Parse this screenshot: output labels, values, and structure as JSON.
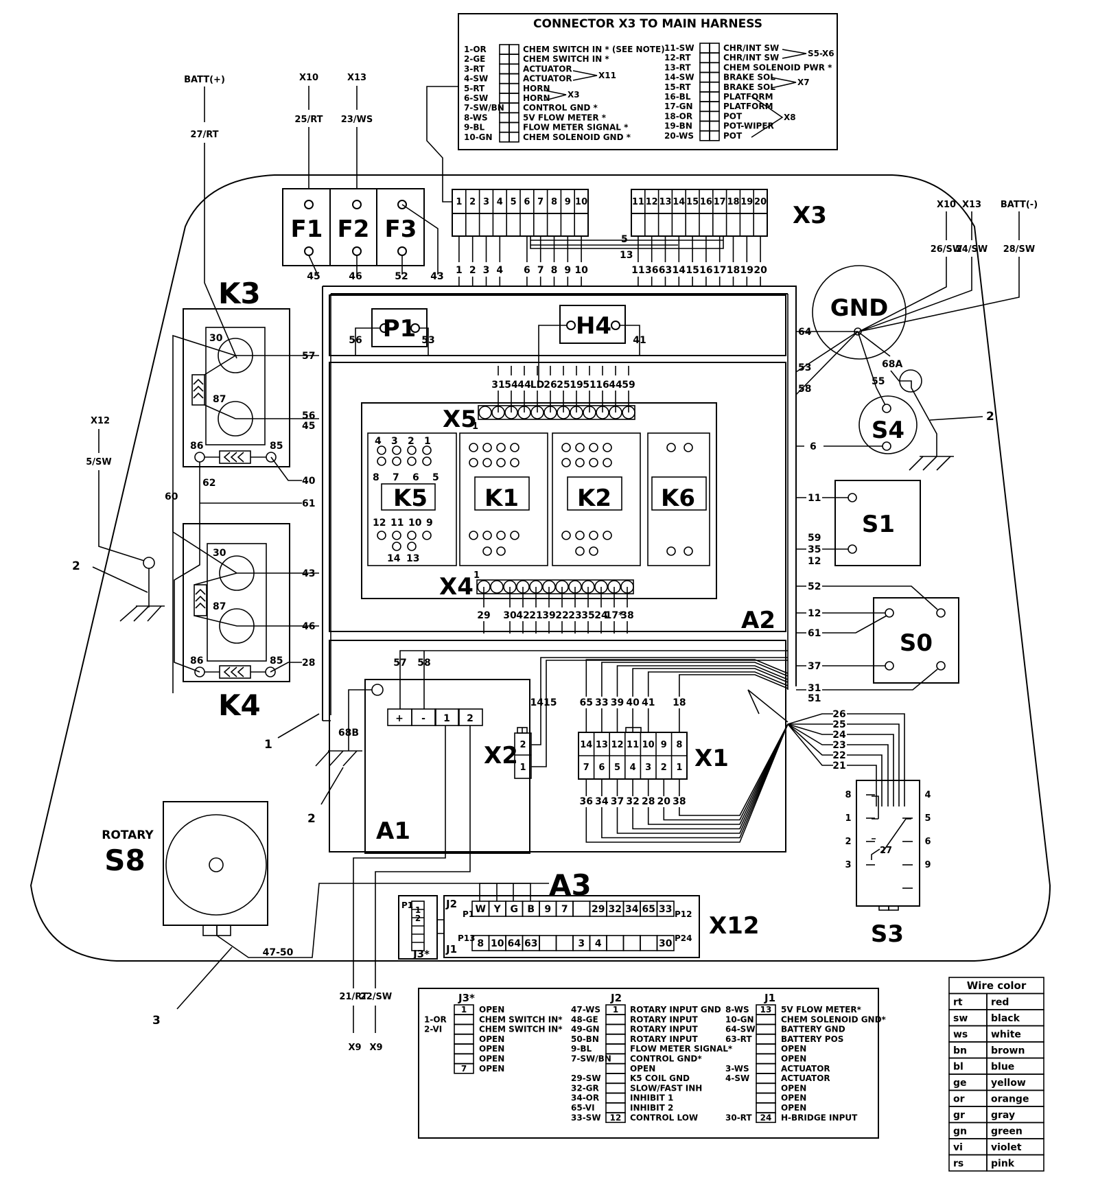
{
  "x3_table": {
    "title": "CONNECTOR X3 TO MAIN HARNESS",
    "left": [
      {
        "wire": "1-OR",
        "fn": "CHEM SWITCH IN * (SEE NOTE)"
      },
      {
        "wire": "2-GE",
        "fn": "CHEM SWITCH IN *"
      },
      {
        "wire": "3-RT",
        "fn": "ACTUATOR"
      },
      {
        "wire": "4-SW",
        "fn": "ACTUATOR"
      },
      {
        "wire": "5-RT",
        "fn": "HORN"
      },
      {
        "wire": "6-SW",
        "fn": "HORN"
      },
      {
        "wire": "7-SW/BN",
        "fn": "CONTROL GND *"
      },
      {
        "wire": "8-WS",
        "fn": "5V FLOW METER *"
      },
      {
        "wire": "9-BL",
        "fn": "FLOW METER SIGNAL *"
      },
      {
        "wire": "10-GN",
        "fn": "CHEM SOLENOID GND *"
      }
    ],
    "right": [
      {
        "wire": "11-SW",
        "fn": "CHR/INT SW"
      },
      {
        "wire": "12-RT",
        "fn": "CHR/INT SW"
      },
      {
        "wire": "13-RT",
        "fn": "CHEM SOLENOID PWR *"
      },
      {
        "wire": "14-SW",
        "fn": "BRAKE SOL"
      },
      {
        "wire": "15-RT",
        "fn": "BRAKE SOL"
      },
      {
        "wire": "16-BL",
        "fn": "PLATFORM"
      },
      {
        "wire": "17-GN",
        "fn": "PLATFORM"
      },
      {
        "wire": "18-OR",
        "fn": "POT"
      },
      {
        "wire": "19-BN",
        "fn": "POT-WIPER"
      },
      {
        "wire": "20-WS",
        "fn": "POT"
      }
    ],
    "groups": {
      "x11": "X11",
      "x3": "X3",
      "s5x6": "S5-X6",
      "x7": "X7",
      "x8": "X8"
    }
  },
  "top_feeds": {
    "batt_pos": {
      "src": "BATT(+)",
      "wire": "27/RT"
    },
    "f1": {
      "src": "X10",
      "wire": "25/RT"
    },
    "f2": {
      "src": "X13",
      "wire": "23/WS"
    }
  },
  "fuses": {
    "labels": [
      "F1",
      "F2",
      "F3"
    ],
    "out_wires": [
      "45",
      "46",
      "52",
      "43"
    ]
  },
  "x3_connector": {
    "label": "X3",
    "pins_a": [
      "1",
      "2",
      "3",
      "4",
      "5",
      "6",
      "7",
      "8",
      "9",
      "10"
    ],
    "pins_b": [
      "11",
      "12",
      "13",
      "14",
      "15",
      "16",
      "17",
      "18",
      "19",
      "20"
    ],
    "wires": [
      "1",
      "2",
      "3",
      "4",
      "6",
      "7",
      "8",
      "9",
      "10",
      "11",
      "36",
      "63",
      "14",
      "15",
      "16",
      "17",
      "18",
      "19",
      "20"
    ],
    "bridge_5": "5",
    "bridge_13": "13"
  },
  "gnd": {
    "label": "GND",
    "feeds": [
      {
        "src": "X10",
        "wire": "26/SW"
      },
      {
        "src": "X13",
        "wire": "24/SW"
      },
      {
        "src": "BATT(-)",
        "wire": "28/SW"
      }
    ],
    "wires": {
      "w64": "64",
      "w53": "53",
      "w58": "58",
      "w55": "55",
      "w68a": "68A"
    }
  },
  "k3": {
    "label": "K3",
    "pins": {
      "p30": "30",
      "p87": "87",
      "p86": "86",
      "p85": "85"
    },
    "wires": {
      "w57": "57",
      "w56": "56",
      "w45": "45",
      "w40": "40",
      "w61": "61",
      "w62": "62",
      "w60": "60"
    }
  },
  "k4": {
    "label": "K4",
    "pins": {
      "p30": "30",
      "p87": "87",
      "p86": "86",
      "p85": "85"
    },
    "wires": {
      "w43": "43",
      "w46": "46",
      "w28": "28"
    }
  },
  "x12_feed": {
    "src": "X12",
    "wire": "5/SW"
  },
  "callouts": {
    "c1": "1",
    "c2": "2",
    "c3": "3"
  },
  "p1": {
    "label": "P1",
    "w_left": "56",
    "w_right": "53"
  },
  "h4": {
    "label": "H4",
    "w_right": "41"
  },
  "a2": {
    "label": "A2",
    "x5": {
      "label": "X5",
      "pin1": "1",
      "wires": [
        "31",
        "54",
        "44",
        "LD",
        "26",
        "25",
        "19",
        "51",
        "16",
        "44",
        "59"
      ]
    },
    "x4": {
      "label": "X4",
      "pin1": "1",
      "wires": [
        "29",
        "30",
        "42",
        "21",
        "39",
        "22",
        "23",
        "35",
        "24",
        "17*",
        "38"
      ]
    },
    "relays": {
      "k5": {
        "label": "K5",
        "top_nums": [
          "4",
          "3",
          "2",
          "1"
        ],
        "mid_nums": [
          "8",
          "7",
          "6",
          "5"
        ],
        "low_nums": [
          "12",
          "11",
          "10",
          "9"
        ],
        "bot_nums": [
          "14",
          "13"
        ]
      },
      "k1": {
        "label": "K1"
      },
      "k2": {
        "label": "K2"
      },
      "k6": {
        "label": "K6"
      }
    }
  },
  "s4": {
    "label": "S4",
    "w6": "6"
  },
  "s1": {
    "label": "S1",
    "w11": "11",
    "w_lower": [
      "59",
      "35",
      "12"
    ]
  },
  "s0": {
    "label": "S0",
    "w52": "52",
    "w12": "12",
    "w61": "61",
    "w37": "37",
    "w31": "31",
    "w51": "51"
  },
  "a1": {
    "label": "A1",
    "terminals": [
      "+",
      "-",
      "1",
      "2"
    ],
    "wires": {
      "w57": "57",
      "w58": "58",
      "w68b": "68B"
    }
  },
  "x2": {
    "label": "X2",
    "pins": [
      "2",
      "1"
    ],
    "wires": "1415"
  },
  "x1": {
    "label": "X1",
    "top_pins": [
      "14",
      "13",
      "12",
      "11",
      "10",
      "9",
      "8"
    ],
    "bot_pins": [
      "7",
      "6",
      "5",
      "4",
      "3",
      "2",
      "1"
    ],
    "top_wires": [
      "65",
      "33",
      "39",
      "40",
      "41",
      "18"
    ],
    "bot_wires": [
      "36",
      "34",
      "37",
      "32",
      "28",
      "20",
      "38"
    ]
  },
  "s3": {
    "label": "S3",
    "wires": [
      "26",
      "25",
      "24",
      "23",
      "22",
      "21"
    ],
    "pins_left": [
      "8",
      "1",
      "2",
      "3"
    ],
    "pins_right": [
      "4",
      "5",
      "6",
      "9"
    ],
    "inner": "27"
  },
  "s8": {
    "title": "ROTARY",
    "label": "S8",
    "wire": "47-50"
  },
  "x9": {
    "w21": "21/RT",
    "w22": "22/SW",
    "dest": "X9"
  },
  "a3": {
    "label": "A3",
    "x12": "X12",
    "j3": {
      "label": "J3*",
      "p1": "P1",
      "pins": [
        "1",
        "2"
      ]
    },
    "j2": {
      "label": "J2",
      "start": "P1",
      "end": "P12",
      "cells": [
        "W",
        "Y",
        "G",
        "B",
        "9",
        "7",
        "",
        "29",
        "32",
        "34",
        "65",
        "33"
      ]
    },
    "j1": {
      "label": "J1",
      "start": "P13",
      "end": "P24",
      "cells": [
        "8",
        "10",
        "64",
        "63",
        "",
        "",
        "3",
        "4",
        "",
        "",
        "",
        "30"
      ]
    }
  },
  "pin_table": {
    "j3": {
      "title": "J3*",
      "first": "1",
      "last": "7",
      "rows": [
        {
          "wire": "",
          "fn": "OPEN"
        },
        {
          "wire": "1-OR",
          "fn": "CHEM SWITCH IN*"
        },
        {
          "wire": "2-VI",
          "fn": "CHEM SWITCH IN*"
        },
        {
          "wire": "",
          "fn": "OPEN"
        },
        {
          "wire": "",
          "fn": "OPEN"
        },
        {
          "wire": "",
          "fn": "OPEN"
        },
        {
          "wire": "",
          "fn": "OPEN"
        }
      ]
    },
    "j2": {
      "title": "J2",
      "first": "1",
      "last": "12",
      "rows": [
        {
          "wire": "47-WS",
          "fn": "ROTARY INPUT GND"
        },
        {
          "wire": "48-GE",
          "fn": "ROTARY INPUT"
        },
        {
          "wire": "49-GN",
          "fn": "ROTARY INPUT"
        },
        {
          "wire": "50-BN",
          "fn": "ROTARY INPUT"
        },
        {
          "wire": "9-BL",
          "fn": "FLOW METER SIGNAL*"
        },
        {
          "wire": "7-SW/BN",
          "fn": "CONTROL GND*"
        },
        {
          "wire": "",
          "fn": "OPEN"
        },
        {
          "wire": "29-SW",
          "fn": "K5 COIL GND"
        },
        {
          "wire": "32-GR",
          "fn": "SLOW/FAST INH"
        },
        {
          "wire": "34-OR",
          "fn": "INHIBIT 1"
        },
        {
          "wire": "65-VI",
          "fn": "INHIBIT 2"
        },
        {
          "wire": "33-SW",
          "fn": "CONTROL LOW"
        }
      ]
    },
    "j1": {
      "title": "J1",
      "first": "13",
      "last": "24",
      "rows": [
        {
          "wire": "8-WS",
          "fn": "5V FLOW METER*"
        },
        {
          "wire": "10-GN",
          "fn": "CHEM SOLENOID GND*"
        },
        {
          "wire": "64-SW",
          "fn": "BATTERY GND"
        },
        {
          "wire": "63-RT",
          "fn": "BATTERY POS"
        },
        {
          "wire": "",
          "fn": "OPEN"
        },
        {
          "wire": "",
          "fn": "OPEN"
        },
        {
          "wire": "3-WS",
          "fn": "ACTUATOR"
        },
        {
          "wire": "4-SW",
          "fn": "ACTUATOR"
        },
        {
          "wire": "",
          "fn": "OPEN"
        },
        {
          "wire": "",
          "fn": "OPEN"
        },
        {
          "wire": "",
          "fn": "OPEN"
        },
        {
          "wire": "30-RT",
          "fn": "H-BRIDGE INPUT"
        }
      ]
    }
  },
  "wire_color": {
    "title": "Wire color",
    "rows": [
      [
        "rt",
        "red"
      ],
      [
        "sw",
        "black"
      ],
      [
        "ws",
        "white"
      ],
      [
        "bn",
        "brown"
      ],
      [
        "bl",
        "blue"
      ],
      [
        "ge",
        "yellow"
      ],
      [
        "or",
        "orange"
      ],
      [
        "gr",
        "gray"
      ],
      [
        "gn",
        "green"
      ],
      [
        "vi",
        "violet"
      ],
      [
        "rs",
        "pink"
      ]
    ]
  }
}
